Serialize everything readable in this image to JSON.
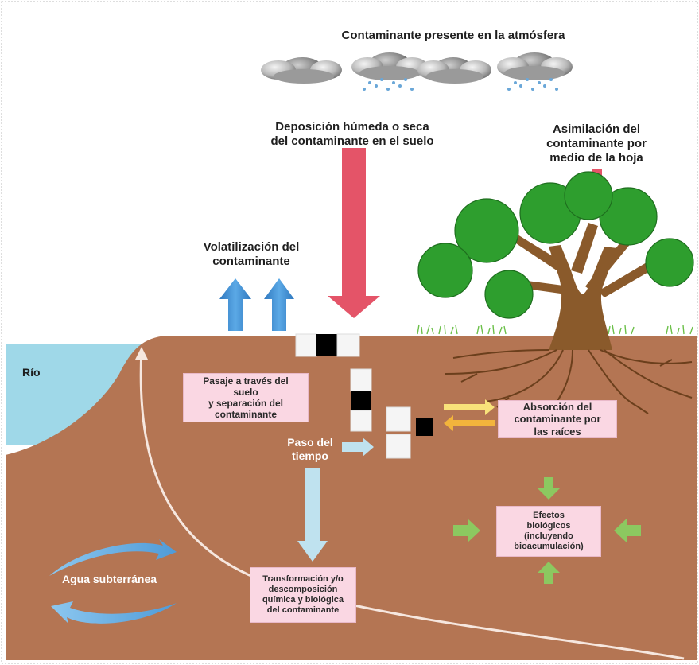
{
  "labels": {
    "atmosphere": "Contaminante presente en la atmósfera",
    "deposition_l1": "Deposición húmeda o seca",
    "deposition_l2": "del contaminante en el suelo",
    "assimilation_l1": "Asimilación del",
    "assimilation_l2": "contaminante por",
    "assimilation_l3": "medio de la hoja",
    "volatilization_l1": "Volatilización del",
    "volatilization_l2": "contaminante",
    "river": "Río",
    "time_l1": "Paso del",
    "time_l2": "tiempo",
    "groundwater": "Agua subterránea"
  },
  "boxes": {
    "passage_l1": "Pasaje a través del",
    "passage_l2": "suelo",
    "passage_l3": "y separación del",
    "passage_l4": "contaminante",
    "absorption_l1": "Absorción del",
    "absorption_l2": "contaminante por",
    "absorption_l3": "las raíces",
    "effects_l1": "Efectos",
    "effects_l2": "biológicos",
    "effects_l3": "(incluyendo",
    "effects_l4": "bioacumulación)",
    "transformation_l1": "Transformación y/o",
    "transformation_l2": "descomposición",
    "transformation_l3": "química y biológica",
    "transformation_l4": "del contaminante"
  },
  "colors": {
    "soil": "#b47553",
    "river": "#9fd8e8",
    "deposition_arrow": "#e45468",
    "volatilization_arrow": "#3f8fd0",
    "time_arrow": "#bfe2ef",
    "effects_arrow": "#8cc860",
    "foliage": "#2e9e2e",
    "trunk": "#8a5a2b",
    "box_fill": "#fad7e3"
  }
}
